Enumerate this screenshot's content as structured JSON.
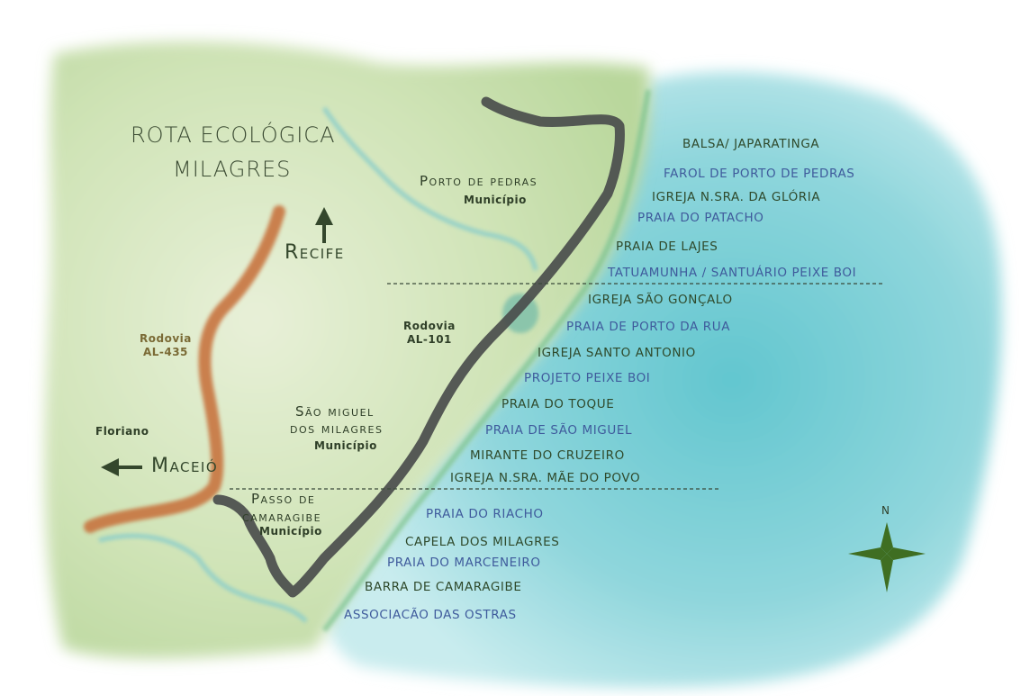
{
  "title": {
    "line1": "ROTA ECOLÓGICA",
    "line2": "MILAGRES"
  },
  "directions": {
    "north": {
      "label": "Recife",
      "icon": "arrow-up-icon"
    },
    "west": {
      "label": "Maceió",
      "icon": "arrow-left-icon"
    }
  },
  "towns": {
    "porto_de_pedras": {
      "name": "Porto de pedras",
      "sub": "Município"
    },
    "sao_miguel": {
      "name_line1": "São miguel",
      "name_line2": "dos milagres",
      "sub": "Município"
    },
    "passo_de_camaragibe": {
      "name_line1": "Passo de",
      "name_line2": "camaragibe",
      "sub": "Município"
    },
    "floriano": {
      "name": "Floriano"
    }
  },
  "roads": {
    "al435": {
      "line1": "Rodovia",
      "line2": "AL-435",
      "color": "#c8743f"
    },
    "al101": {
      "line1": "Rodovia",
      "line2": "AL-101",
      "color": "#4a4d4c"
    }
  },
  "points_of_interest": [
    {
      "label": "BALSA/ JAPARATINGA",
      "color": "green"
    },
    {
      "label": "FAROL DE PORTO DE PEDRAS",
      "color": "blue"
    },
    {
      "label": "IGREJA N.SRA. DA GLÓRIA",
      "color": "green"
    },
    {
      "label": "PRAIA DO PATACHO",
      "color": "blue"
    },
    {
      "label": "PRAIA DE LAJES",
      "color": "green"
    },
    {
      "label": "TATUAMUNHA / SANTUÁRIO PEIXE BOI",
      "color": "blue"
    },
    {
      "label": "IGREJA SÃO GONÇALO",
      "color": "green"
    },
    {
      "label": "PRAIA DE PORTO DA RUA",
      "color": "blue"
    },
    {
      "label": "IGREJA SANTO ANTONIO",
      "color": "green"
    },
    {
      "label": "PROJETO PEIXE BOI",
      "color": "blue"
    },
    {
      "label": "PRAIA DO TOQUE",
      "color": "green"
    },
    {
      "label": "PRAIA DE SÃO MIGUEL",
      "color": "blue"
    },
    {
      "label": "MIRANTE DO CRUZEIRO",
      "color": "green"
    },
    {
      "label": "IGREJA N.SRA. MÃE DO POVO",
      "color": "green"
    },
    {
      "label": "PRAIA DO RIACHO",
      "color": "blue"
    },
    {
      "label": "CAPELA DOS MILAGRES",
      "color": "green"
    },
    {
      "label": "PRAIA DO MARCENEIRO",
      "color": "blue"
    },
    {
      "label": "BARRA DE CAMARAGIBE",
      "color": "green"
    },
    {
      "label": "ASSOCIACÃO DAS OSTRAS",
      "color": "blue"
    }
  ],
  "compass": {
    "label": "N",
    "icon": "compass-rose-icon",
    "color": "#3f6e22"
  },
  "colors": {
    "land": "#cfe2b4",
    "sea": "#7fd0d6",
    "river": "#8fcfc9",
    "text_green": "#2f4a2c",
    "text_blue": "#3f5b9c"
  }
}
